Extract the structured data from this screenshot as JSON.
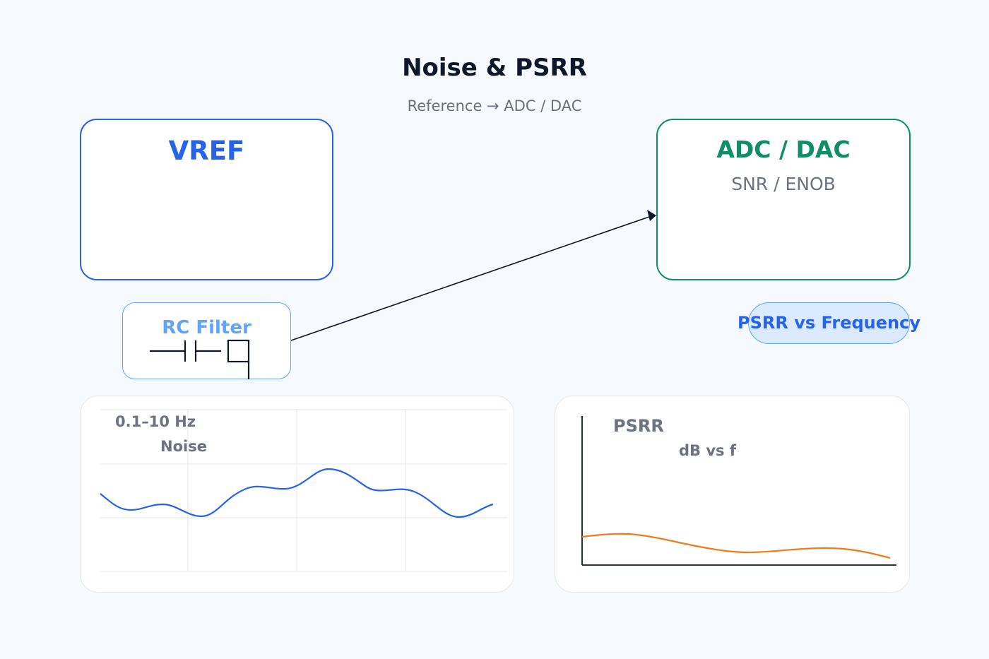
{
  "title": "Noise & PSRR",
  "subtitle": "Reference → ADC / DAC",
  "vref": {
    "label": "VREF"
  },
  "adc": {
    "label": "ADC / DAC",
    "sublabel": "SNR / ENOB"
  },
  "rc_filter": {
    "label": "RC Filter"
  },
  "psrr_pill": {
    "label": "PSRR vs Frequency"
  },
  "noise_panel": {
    "line1": "0.1–10 Hz",
    "line2": "Noise"
  },
  "psrr_panel": {
    "line1": "PSRR",
    "line2": "dB vs f"
  },
  "colors": {
    "vref": "#2563eb",
    "adc": "#0e8f68",
    "rc": "#60a5fa",
    "noise_trace": "#2563eb",
    "psrr_trace": "#f07b1e",
    "arrow": "#0f172a"
  },
  "icons": {
    "rc_symbol": "capacitor-resistor-symbol",
    "arrow": "arrow-right-icon"
  }
}
